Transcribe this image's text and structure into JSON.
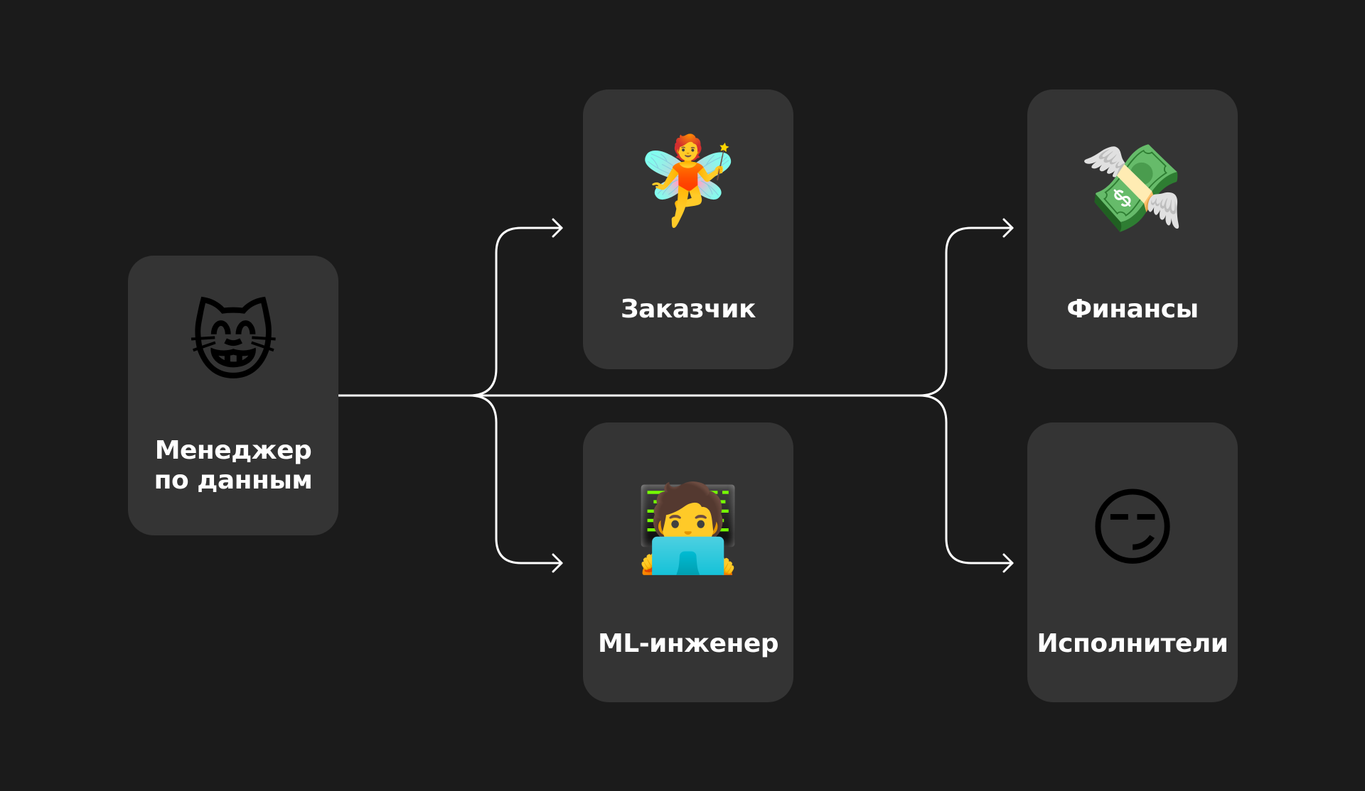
{
  "nodes": {
    "manager": {
      "label_line1": "Менеджер",
      "label_line2": "по данным",
      "icon": "grinning-cat-face",
      "emoji": "😸"
    },
    "customer": {
      "label": "Заказчик",
      "icon": "fairy",
      "emoji": "🧚"
    },
    "ml_engineer": {
      "label": "ML-инженер",
      "icon": "technologist-with-laptop",
      "emoji": "🧑‍💻"
    },
    "finance": {
      "label": "Финансы",
      "icon": "money-with-wings",
      "emoji": "💸"
    },
    "executors": {
      "label": "Исполнители",
      "icon": "smirking-face",
      "emoji": "😏"
    }
  },
  "colors": {
    "background": "#1b1b1b",
    "card": "#343434",
    "line": "#ffffff"
  }
}
